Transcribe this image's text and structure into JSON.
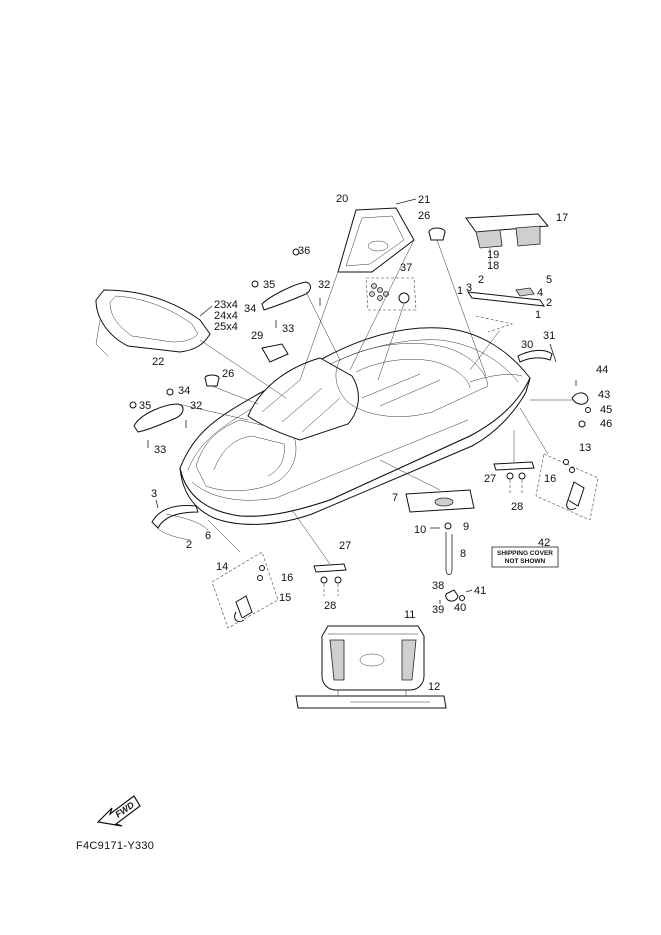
{
  "callouts": {
    "c1": "1",
    "c1b": "1",
    "c2": "2",
    "c2b": "2",
    "c2c": "2",
    "c3": "3",
    "c3b": "3",
    "c4": "4",
    "c5": "5",
    "c6": "6",
    "c7": "7",
    "c8": "8",
    "c9": "9",
    "c10": "10",
    "c11": "11",
    "c12": "12",
    "c13": "13",
    "c14": "14",
    "c15": "15",
    "c16": "16",
    "c16b": "16",
    "c17": "17",
    "c18": "18",
    "c19": "19",
    "c20": "20",
    "c21": "21",
    "c22": "22",
    "c23": "23x4",
    "c24": "24x4",
    "c25": "25x4",
    "c26": "26",
    "c26b": "26",
    "c27": "27",
    "c27b": "27",
    "c28": "28",
    "c28b": "28",
    "c29": "29",
    "c30": "30",
    "c31": "31",
    "c32": "32",
    "c32b": "32",
    "c33": "33",
    "c33b": "33",
    "c34": "34",
    "c34b": "34",
    "c35": "35",
    "c35b": "35",
    "c36": "36",
    "c37": "37",
    "c38": "38",
    "c39": "39",
    "c40": "40",
    "c41": "41",
    "c42": "42",
    "c43": "43",
    "c44": "44",
    "c45": "45",
    "c46": "46"
  },
  "shipping_note": {
    "line1": "SHIPPING COVER",
    "line2": "NOT SHOWN"
  },
  "fwd_label": "FWD",
  "reference_code": "F4C9171-Y330",
  "colors": {
    "line": "#111111",
    "background": "#ffffff"
  }
}
